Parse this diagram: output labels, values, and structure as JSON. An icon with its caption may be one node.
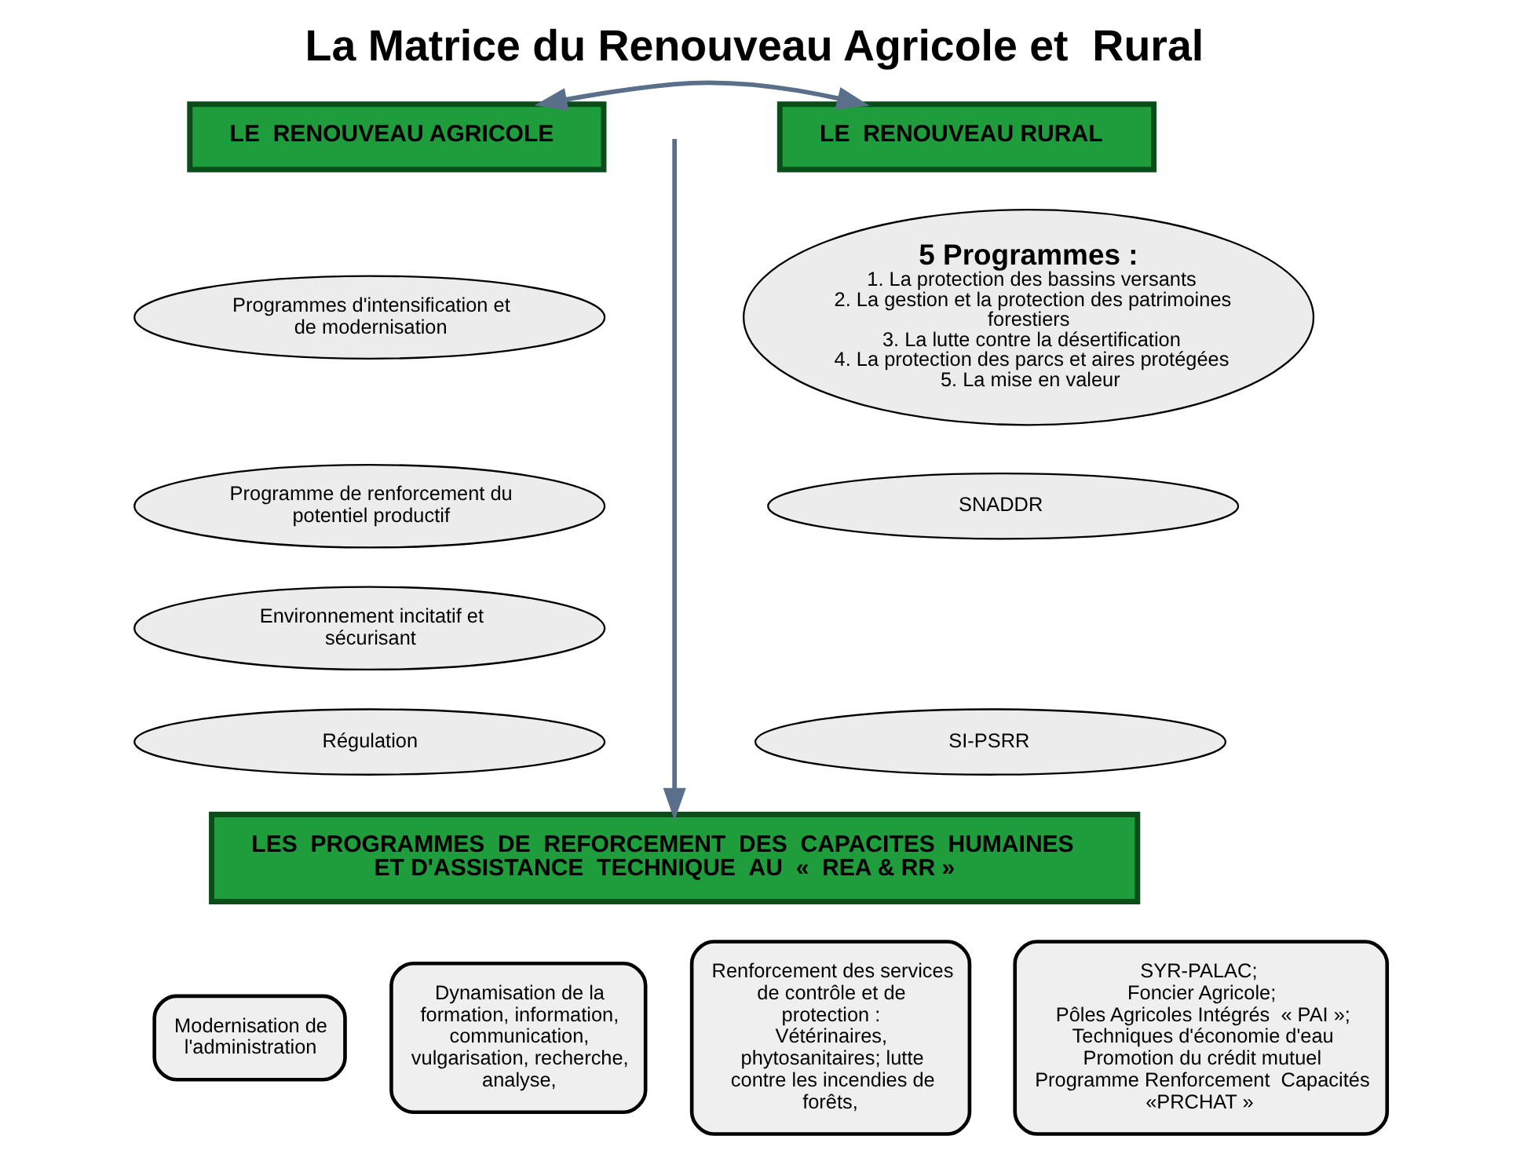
{
  "diagram": {
    "title": "La Matrice du Renouveau Agricole et  Rural",
    "nodes": [
      {
        "text": [
          "LE  RENOUVEAU AGRICOLE"
        ]
      },
      {
        "text": [
          "LE  RENOUVEAU RURAL"
        ]
      },
      {
        "text": [
          "Programmes d'intensification et de modernisation"
        ]
      },
      {
        "text": [
          "Programme de renforcement du potentiel productif"
        ]
      },
      {
        "text": [
          "Environnement incitatif et sécurisant"
        ]
      },
      {
        "text": [
          "Régulation"
        ]
      },
      {
        "text": [
          "5 Programmes :",
          "1. La protection des bassins versants",
          "2. La gestion et la protection des patrimoines forestiers",
          "3. La lutte contre la désertification",
          "4. La protection des parcs et aires protégées",
          "5. La mise en valeur"
        ]
      },
      {
        "text": [
          "SNADDR"
        ]
      },
      {
        "text": [
          "SI-PSRR"
        ]
      },
      {
        "text": [
          "LES  PROGRAMMES  DE  REFORCEMENT  DES  CAPACITES  HUMAINES  ET D'ASSISTANCE  TECHNIQUE  AU  «  REA & RR »"
        ]
      },
      {
        "text": [
          "Modernisation de l'administration"
        ]
      },
      {
        "text": [
          "Dynamisation de la formation, information, communication, vulgarisation, recherche, analyse,"
        ]
      },
      {
        "text": [
          "Renforcement des services de contrôle et de protection :  Vétérinaires, phytosanitaires; lutte contre les incendies de forêts,"
        ]
      },
      {
        "text": [
          "SYR-PALAC;",
          "Foncier Agricole;",
          "Pôles Agricoles Intégrés  « PAI »;",
          "Techniques d'économie d'eau",
          "Promotion du crédit mutuel",
          "Programme Renforcement  Capacités «PRCHAT »"
        ]
      }
    ],
    "edges": [
      {
        "from": 0,
        "to": 1,
        "arrow": "both"
      },
      {
        "from": null,
        "to": 9,
        "arrow": "to"
      }
    ]
  }
}
